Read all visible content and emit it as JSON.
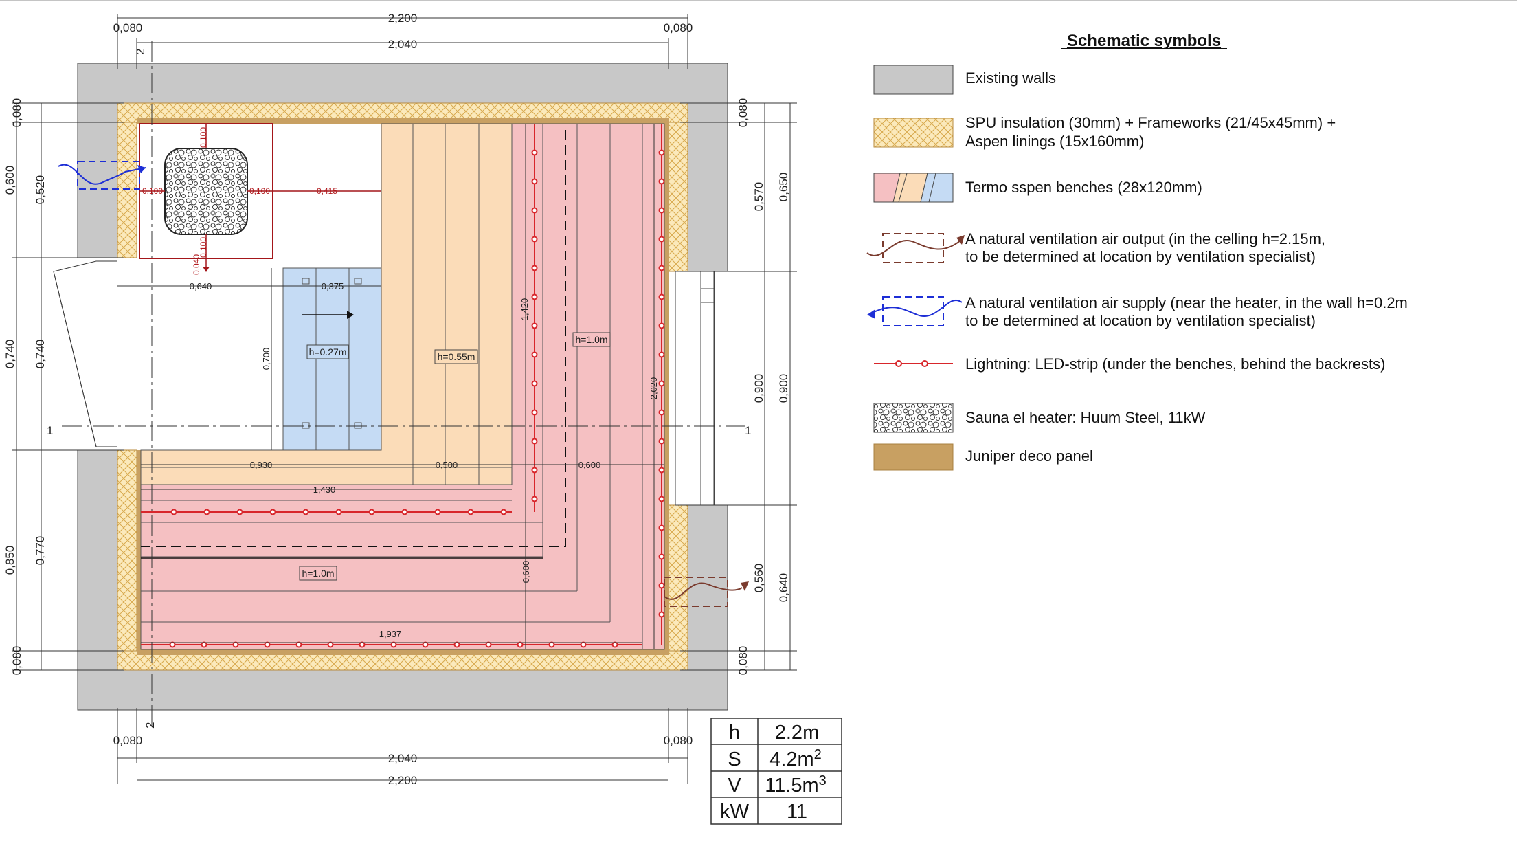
{
  "plan": {
    "dims_top": {
      "overall": "2,200",
      "inner": "2,040",
      "wall_left": "0,080",
      "wall_right": "0,080"
    },
    "dims_bottom": {
      "overall": "2,200",
      "inner": "2,040",
      "wall_left": "0,080",
      "wall_right": "0,080"
    },
    "dims_left_outer": [
      "0,080",
      "0,600",
      "0,740",
      "0,850",
      "0,080"
    ],
    "dims_left_inner": [
      "0,520",
      "0,740",
      "0,770"
    ],
    "dims_right_inner": [
      "0,080",
      "0,570",
      "0,900",
      "0,560",
      "0,080"
    ],
    "dims_right_outer": [
      "0,650",
      "0,900",
      "0,640"
    ],
    "heater_dims": {
      "top": "0,100",
      "left": "0,100",
      "right": "0,100",
      "bottom": "0,100",
      "gap": "0,040",
      "to_bench": "0,415"
    },
    "interior_dims": {
      "heater_width": "0,640",
      "low_bench_width": "0,375",
      "low_bench_depth": "0,700",
      "row_930": "0,930",
      "row_500": "0,500",
      "row_600_h": "0,600",
      "row_1430": "1,430",
      "v_1420": "1,420",
      "v_2020": "2,020",
      "v_600": "0,600",
      "row_1937": "1,937"
    },
    "bench_heights": {
      "low": "h=0.27m",
      "mid": "h=0.55m",
      "top_right": "h=1.0m",
      "top_bottom": "h=1.0m"
    },
    "section_marks": {
      "one_left": "1",
      "one_right": "1",
      "two_top": "2",
      "two_bottom": "2"
    }
  },
  "legend": {
    "title": "Schematic symbols",
    "items": [
      {
        "icon": "existing-walls-swatch",
        "lines": [
          "Existing walls"
        ]
      },
      {
        "icon": "spu-insulation-swatch",
        "lines": [
          "SPU insulation (30mm) + Frameworks (21/45x45mm) +",
          "Aspen linings (15x160mm)"
        ]
      },
      {
        "icon": "bench-swatch",
        "lines": [
          "Termo sspen benches (28x120mm)"
        ]
      },
      {
        "icon": "vent-output-icon",
        "lines": [
          "A natural ventilation air output (in the celling h=2.15m,",
          "to be determined at location by ventilation specialist)"
        ]
      },
      {
        "icon": "vent-supply-icon",
        "lines": [
          "A natural ventilation air supply (near the heater, in the wall h=0.2m",
          "to be determined at location by ventilation specialist)"
        ]
      },
      {
        "icon": "led-strip-icon",
        "lines": [
          "Lightning: LED-strip (under the benches, behind the backrests)"
        ]
      },
      {
        "icon": "heater-swatch",
        "lines": [
          "Sauna el heater: Huum Steel, 11kW"
        ]
      },
      {
        "icon": "juniper-swatch",
        "lines": [
          "Juniper deco panel"
        ]
      }
    ]
  },
  "specs": {
    "rows": [
      {
        "label": "h",
        "value": "2.2m",
        "sup": ""
      },
      {
        "label": "S",
        "value": "4.2m",
        "sup": "2"
      },
      {
        "label": "V",
        "value": "11.5m",
        "sup": "3"
      },
      {
        "label": "kW",
        "value": "11",
        "sup": ""
      }
    ]
  },
  "colors": {
    "wall": "#c8c8c8",
    "insulation": "#fbe9bb",
    "insulation_hatch": "#d8a94e",
    "juniper": "#c8a062",
    "bench_pink": "#f5c0c2",
    "bench_peach": "#fbdcb8",
    "bench_blue": "#c5dbf4",
    "heater_frame": "#a4161a",
    "led": "#d8262b",
    "vent_output": "#7a3b2e",
    "vent_supply": "#1d2ed6"
  }
}
